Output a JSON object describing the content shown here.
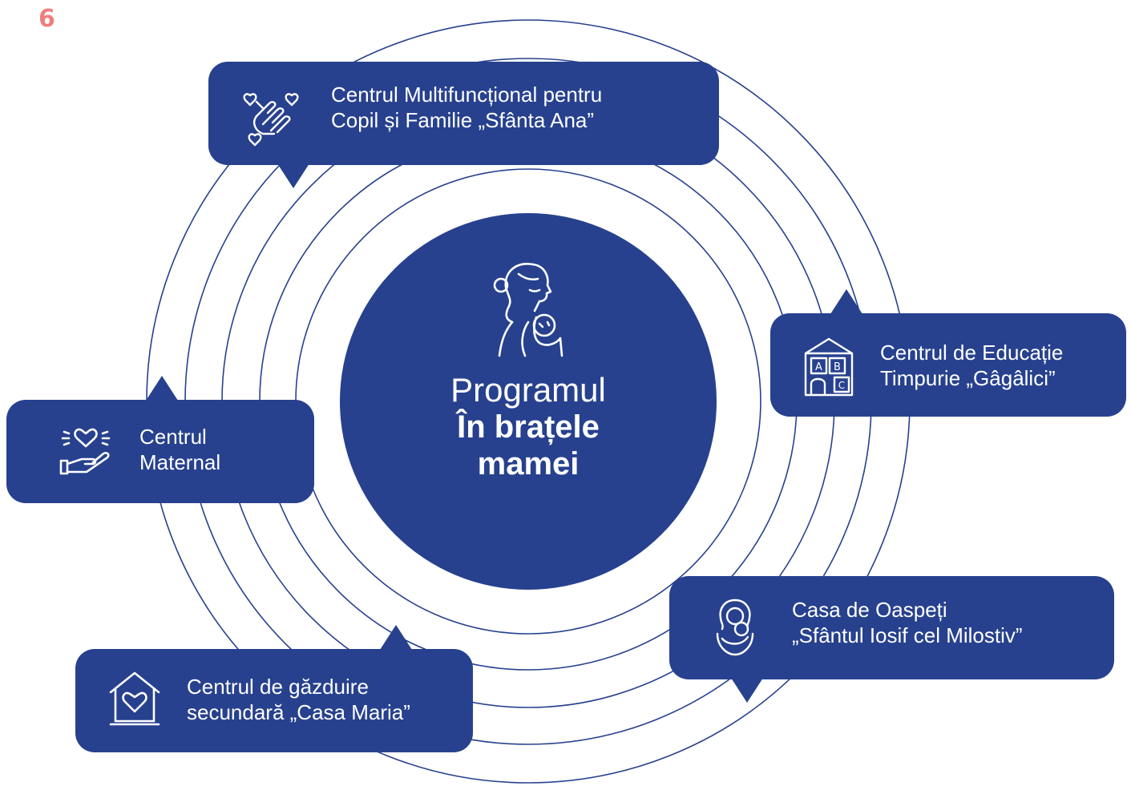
{
  "page": {
    "number": "6"
  },
  "colors": {
    "primary": "#27418e",
    "ring": "#27418e",
    "page_number": "#ef7e7e",
    "text_on_primary": "#ffffff"
  },
  "hub": {
    "icon": "mother-with-baby-icon",
    "title_line1": "Programul",
    "title_line2": "În brațele mamei"
  },
  "centers": {
    "sfanta_ana": {
      "icon": "hands-with-hearts-icon",
      "line1": "Centrul Multifuncțional pentru",
      "line2": "Copil și Familie „Sfânta Ana”"
    },
    "gagalici": {
      "icon": "abc-blocks-icon",
      "line1": "Centrul de Educație",
      "line2": "Timpurie „Gâgâlici”"
    },
    "maternal": {
      "icon": "heart-in-hand-icon",
      "line1": "Centrul",
      "line2": "Maternal"
    },
    "casa_oaspeti": {
      "icon": "mother-hugging-child-icon",
      "line1": "Casa de Oaspeți",
      "line2": "„Sfântul Iosif cel Milostiv”"
    },
    "casa_maria": {
      "icon": "house-with-heart-icon",
      "line1": "Centrul de găzduire",
      "line2": "secundară „Casa Maria”"
    }
  }
}
